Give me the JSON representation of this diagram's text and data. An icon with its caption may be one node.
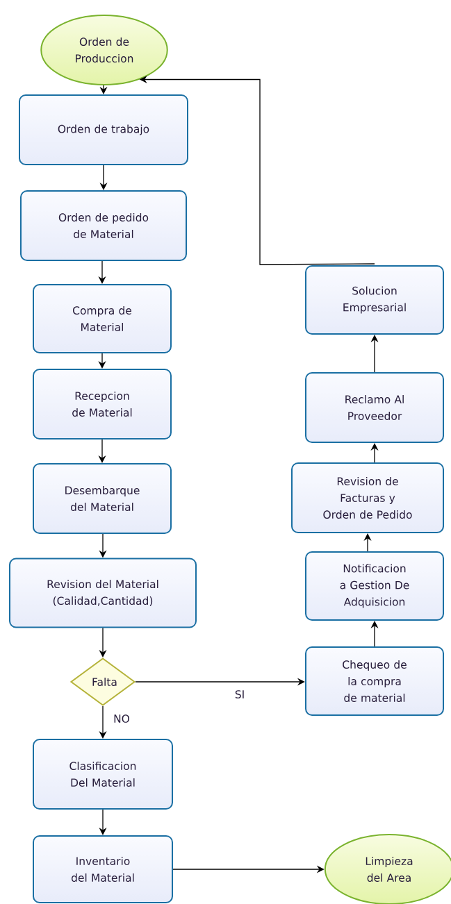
{
  "diagram": {
    "nodes": [
      {
        "text": [
          "Orden de Produccion"
        ]
      },
      {
        "text": [
          "Orden de trabajo"
        ]
      },
      {
        "text": [
          "Orden de pedido de Material"
        ]
      },
      {
        "text": [
          "Compra de Material"
        ]
      },
      {
        "text": [
          "Recepcion de Material"
        ]
      },
      {
        "text": [
          "Desembarque del Material"
        ]
      },
      {
        "text": [
          "Revision del Material (Calidad,Cantidad)"
        ]
      },
      {
        "text": [
          "Falta"
        ]
      },
      {
        "text": [
          "Clasificacion Del Material"
        ]
      },
      {
        "text": [
          "Inventario del Material"
        ]
      },
      {
        "text": [
          "Limpieza del Area"
        ]
      },
      {
        "text": [
          "Chequeo de la compra de material"
        ]
      },
      {
        "text": [
          "Notificacion a Gestion De Adquisicion"
        ]
      },
      {
        "text": [
          "Revision de Facturas y Orden de Pedido"
        ]
      },
      {
        "text": [
          "Reclamo Al Proveedor"
        ]
      },
      {
        "text": [
          "Solucion Empresarial"
        ]
      }
    ],
    "edges": [
      {
        "from": 0,
        "to": 1,
        "arrow": "to"
      },
      {
        "from": 1,
        "to": 2,
        "arrow": "to"
      },
      {
        "from": 2,
        "to": 3,
        "arrow": "to"
      },
      {
        "from": 3,
        "to": 4,
        "arrow": "to"
      },
      {
        "from": 4,
        "to": 5,
        "arrow": "to"
      },
      {
        "from": 5,
        "to": 6,
        "arrow": "to"
      },
      {
        "from": 6,
        "to": 7,
        "arrow": "to"
      },
      {
        "from": 7,
        "to": 11,
        "arrow": "to",
        "label": "SI"
      },
      {
        "from": 7,
        "to": 8,
        "arrow": "to",
        "label": "NO"
      },
      {
        "from": 8,
        "to": 9,
        "arrow": "to"
      },
      {
        "from": 9,
        "to": 10,
        "arrow": "to"
      },
      {
        "from": 11,
        "to": 12,
        "arrow": "to"
      },
      {
        "from": 12,
        "to": 13,
        "arrow": "to"
      },
      {
        "from": 13,
        "to": 14,
        "arrow": "to"
      },
      {
        "from": 14,
        "to": 15,
        "arrow": "to"
      },
      {
        "from": 15,
        "to": 0,
        "arrow": "to"
      }
    ]
  }
}
